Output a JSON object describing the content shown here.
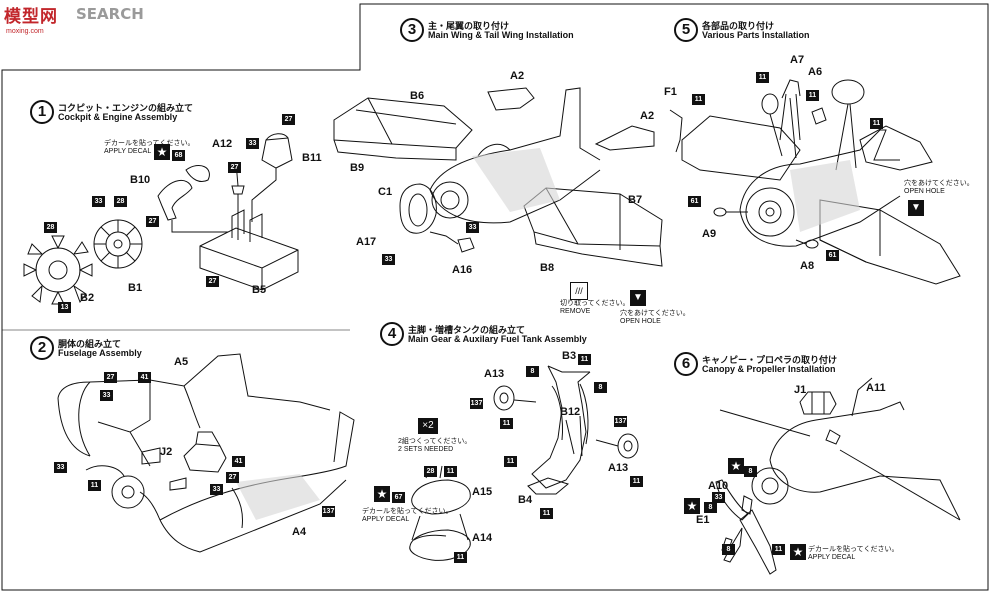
{
  "watermark": {
    "chinese": "模型网",
    "brand": "SEARCH",
    "url": "moxing.com"
  },
  "steps": [
    {
      "num": "1",
      "jp": "コクピット・エンジンの組み立て",
      "en": "Cockpit & Engine Assembly"
    },
    {
      "num": "2",
      "jp": "胴体の組み立て",
      "en": "Fuselage Assembly"
    },
    {
      "num": "3",
      "jp": "主・尾翼の取り付け",
      "en": "Main Wing & Tail Wing Installation"
    },
    {
      "num": "4",
      "jp": "主脚・増槽タンクの組み立て",
      "en": "Main Gear & Auxilary Fuel Tank Assembly"
    },
    {
      "num": "5",
      "jp": "各部品の取り付け",
      "en": "Various Parts Installation"
    },
    {
      "num": "6",
      "jp": "キャノピー・プロペラの取り付け",
      "en": "Canopy & Propeller Installation"
    }
  ],
  "parts": {
    "s1": [
      "A12",
      "B11",
      "B10",
      "B1",
      "B2",
      "B5"
    ],
    "s2": [
      "A5",
      "J2",
      "A4"
    ],
    "s3": [
      "A2",
      "B6",
      "A2",
      "B9",
      "C1",
      "A17",
      "A16",
      "B7",
      "B8"
    ],
    "s4": [
      "B3",
      "A13",
      "B12",
      "A13",
      "B4",
      "A15",
      "A14"
    ],
    "s5": [
      "A7",
      "A6",
      "F1",
      "A9",
      "A8"
    ],
    "s6": [
      "J1",
      "A11",
      "A10",
      "E1"
    ]
  },
  "colors": {
    "s1": [
      "33",
      "27",
      "28",
      "33",
      "28",
      "27",
      "13",
      "27",
      "68"
    ],
    "s2": [
      "27",
      "41",
      "33",
      "33",
      "11",
      "41",
      "27",
      "33",
      "137"
    ],
    "s3": [
      "33",
      "33"
    ],
    "s4": [
      "8",
      "11",
      "8",
      "137",
      "11",
      "137",
      "11",
      "11",
      "11",
      "28",
      "11",
      "67",
      "11"
    ],
    "s5": [
      "11",
      "11",
      "11",
      "61",
      "61"
    ],
    "s6": [
      "8",
      "33",
      "8",
      "8",
      "11"
    ]
  },
  "notes": {
    "decal_jp": "デカールを貼ってください。",
    "decal_en": "APPLY DECAL",
    "remove_jp": "切り取ってください。",
    "remove_en": "REMOVE",
    "openhole_jp": "穴をあけてください。",
    "openhole_en": "OPEN HOLE",
    "sets_jp": "2組つくってください。",
    "sets_en": "2 SETS NEEDED",
    "times": "×2"
  }
}
